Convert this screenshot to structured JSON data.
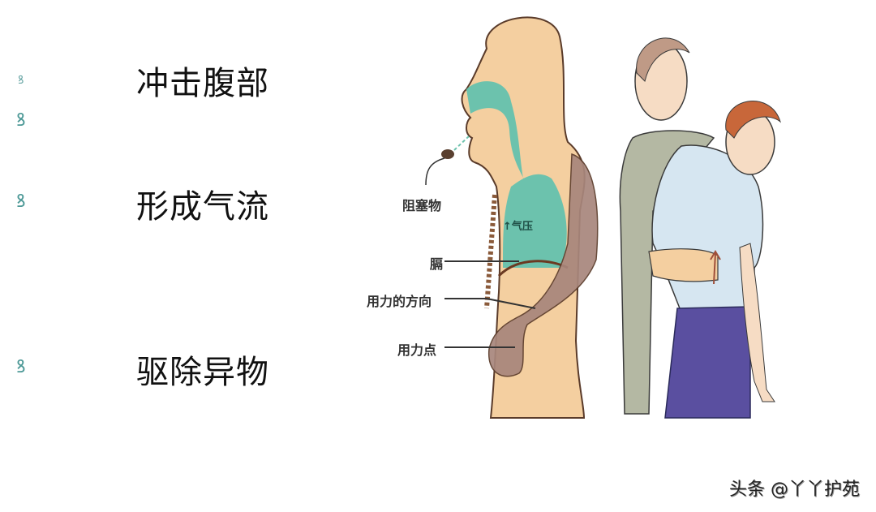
{
  "bullets": {
    "icon": "fleuron-bullet-icon",
    "glyph": "ꝸ",
    "color": "#4f9a98"
  },
  "headings": [
    {
      "text": "冲击腹部"
    },
    {
      "text": "形成气流"
    },
    {
      "text": "驱除异物"
    }
  ],
  "illustration": {
    "labels": {
      "obstruction": "阻塞物",
      "air_pressure": "↑气压",
      "diaphragm": "膈",
      "force_direction": "用力的方向",
      "force_point": "用力点"
    },
    "colors": {
      "skin": "#f4cfa0",
      "airway": "#6cc2ad",
      "arm": "#a8867c",
      "rescuer_shirt": "#b4b8a3",
      "victim_shirt": "#d6e6f1",
      "victim_pants": "#5a4fa0",
      "rescuer_hair": "#bf9a86",
      "victim_hair": "#c8673a"
    }
  },
  "watermark": {
    "text": "头条 @丫丫护苑"
  }
}
